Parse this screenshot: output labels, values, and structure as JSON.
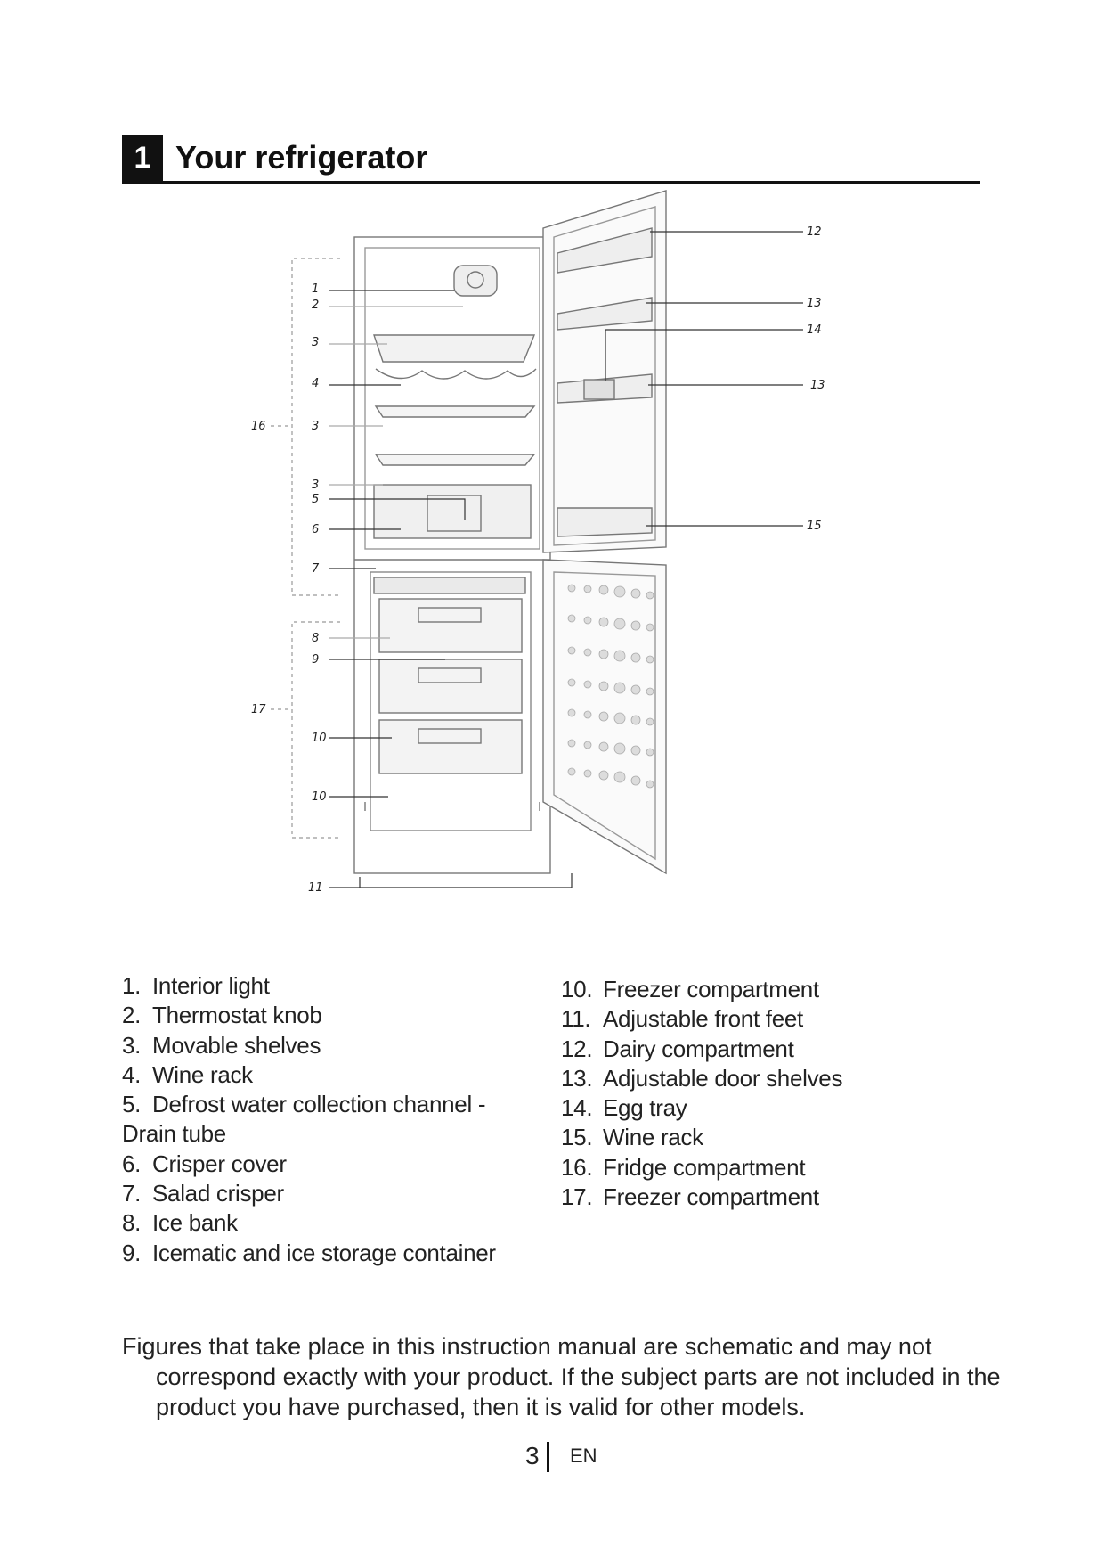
{
  "section": {
    "number": "1",
    "title": "Your refrigerator"
  },
  "figure": {
    "callouts": {
      "c1": "1",
      "c2": "2",
      "c3a": "3",
      "c4": "4",
      "c3b": "3",
      "c16": "16",
      "c3c": "3",
      "c5": "5",
      "c6": "6",
      "c7": "7",
      "c8": "8",
      "c9": "9",
      "c17": "17",
      "c10a": "10",
      "c10b": "10",
      "c11": "11",
      "c12": "12",
      "c13a": "13",
      "c14": "14",
      "c13b": "13",
      "c15": "15"
    }
  },
  "parts_left": [
    {
      "num": "1.",
      "label": "Interior light"
    },
    {
      "num": "2.",
      "label": "Thermostat knob"
    },
    {
      "num": "3.",
      "label": "Movable shelves"
    },
    {
      "num": "4.",
      "label": "Wine rack"
    },
    {
      "num": "5.",
      "label": "Defrost water collection channel - Drain tube"
    },
    {
      "num": "6.",
      "label": "Crisper cover"
    },
    {
      "num": "7.",
      "label": "Salad crisper"
    },
    {
      "num": "8.",
      "label": "Ice bank"
    },
    {
      "num": "9.",
      "label": "Icematic and ice storage container"
    }
  ],
  "parts_right": [
    {
      "num": "10.",
      "label": "Freezer compartment"
    },
    {
      "num": "11.",
      "label": "Adjustable front feet"
    },
    {
      "num": "12.",
      "label": "Dairy compartment"
    },
    {
      "num": "13.",
      "label": "Adjustable door shelves"
    },
    {
      "num": "14.",
      "label": "Egg tray"
    },
    {
      "num": "15.",
      "label": "Wine rack"
    },
    {
      "num": "16.",
      "label": "Fridge compartment"
    },
    {
      "num": "17.",
      "label": "Freezer compartment"
    }
  ],
  "disclaimer": "Figures that take place in this instruction manual are schematic and may not correspond exactly with your product. If the subject parts are not included in the product you have purchased, then it is valid for other models.",
  "footer": {
    "page_number": "3",
    "language": "EN"
  }
}
